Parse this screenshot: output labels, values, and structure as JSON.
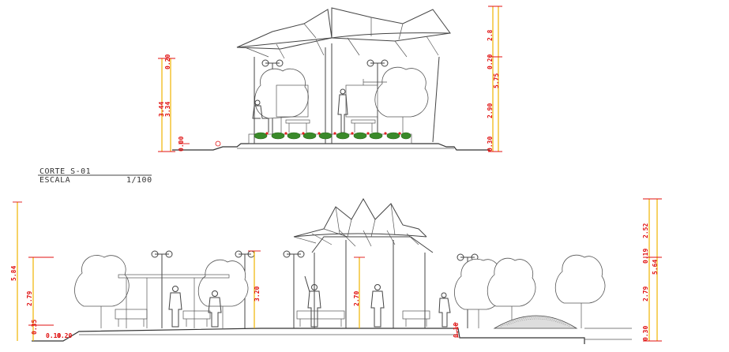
{
  "drawing": {
    "title_label": "CORTE S-01",
    "scale_label": "ESCALA",
    "scale_value": "1/100"
  },
  "top_section": {
    "left_dims": [
      "0.00",
      "3.44",
      "3.34",
      "0.20"
    ],
    "right_dims": [
      "2.8",
      "0.20",
      "5.75",
      "2.90",
      "0.30"
    ]
  },
  "bottom_section": {
    "far_left_dim": "5.84",
    "left_dims": [
      "2.79",
      "0.35",
      "0.10",
      "0.20"
    ],
    "lamp_dim": "3.20",
    "center_dim": "2.70",
    "small_dim": "0.18",
    "right_dims": [
      "2.52",
      "0.19",
      "5.64",
      "2.79",
      "0.30"
    ]
  },
  "colors": {
    "dimension_line": "#f0b400",
    "dimension_text": "#e01010",
    "linework": "#444444",
    "vegetation": "#3a8a2a"
  }
}
